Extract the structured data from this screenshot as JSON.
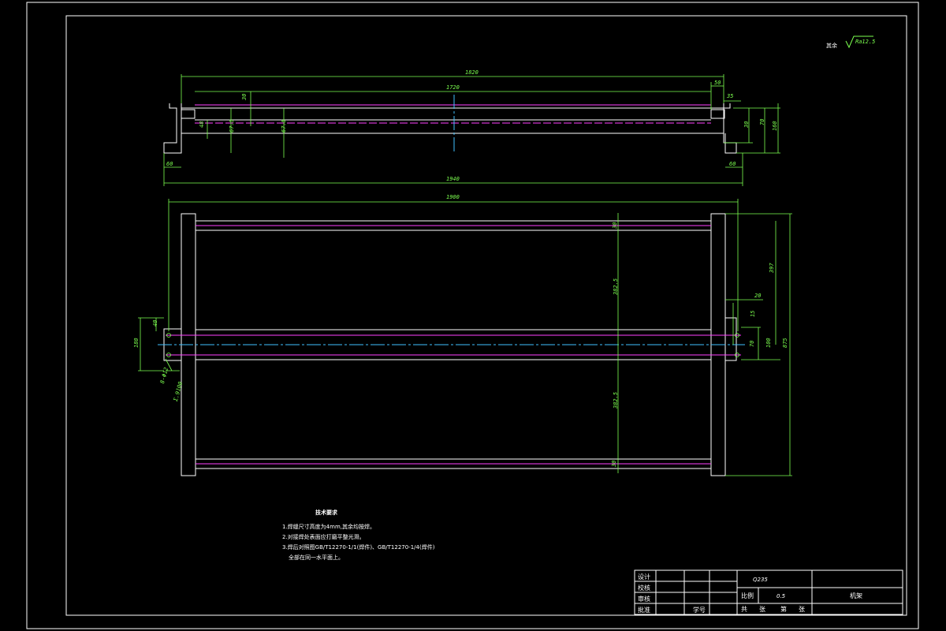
{
  "roughness": {
    "label": "其余",
    "symbol": "Ra12.5"
  },
  "top_view": {
    "dims": {
      "overall_top": "1820",
      "inner_top": "1720",
      "right_small": "50",
      "right_35": "35",
      "left_30": "30",
      "v_48": "48",
      "v_67_5a": "67.5",
      "v_67_5b": "67.5",
      "r_30": "30",
      "r_70": "70",
      "r_160": "160",
      "bot_left_60": "60",
      "bot_right_60": "60",
      "overall_bottom": "1940"
    }
  },
  "plan_view": {
    "dims": {
      "overall": "1900",
      "rail_30_top": "30",
      "span_382_5_top": "382.5",
      "span_382_5_bot": "382.5",
      "rail_30_bot": "30",
      "r_20": "20",
      "r_15": "15",
      "r_70": "70",
      "r_100": "100",
      "r_397": "397",
      "r_875": "875",
      "l_40": "40",
      "l_180": "180",
      "hole": "8-Φ12",
      "hole2": "Σ.9100"
    }
  },
  "tech_req": {
    "title": "技术要求",
    "items": [
      "1.焊缝尺寸高度为4mm,其余均按焊。",
      "2.对接焊处表面应打磨平整光滑。",
      "3.焊后对照图GB/T12270-1/1(焊件)、GB/T12270-1/4(焊件)",
      "全部在同一水平面上。"
    ]
  },
  "title_block": {
    "rows": [
      "设计",
      "校核",
      "审核",
      "批准"
    ],
    "student_no": "学号",
    "material": "Q235",
    "scale_label": "比例",
    "scale_value": "0.5",
    "part_name": "机架",
    "sheet_total": "共",
    "sheet_word": "张",
    "sheet_no": "第",
    "sheet_word2": "张"
  }
}
